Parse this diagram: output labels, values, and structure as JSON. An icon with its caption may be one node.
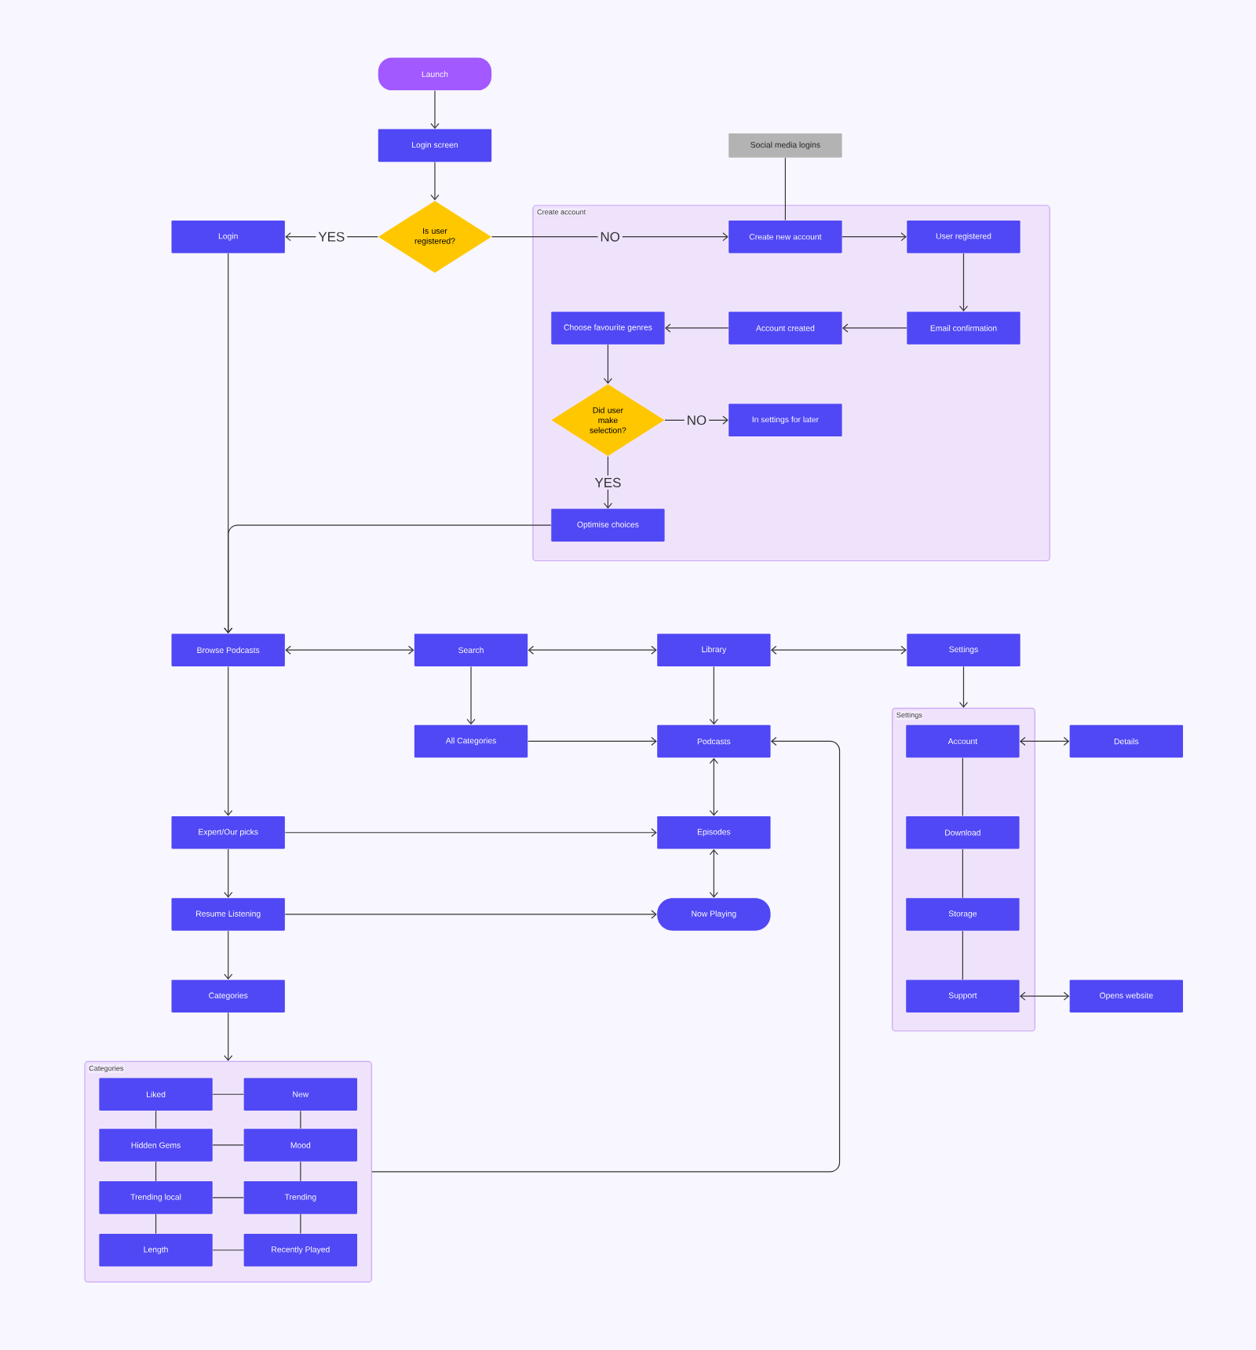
{
  "diagram": {
    "nodes": [
      {
        "text": [
          "Launch"
        ]
      },
      {
        "text": [
          "Login screen"
        ]
      },
      {
        "text": [
          "Social media logins"
        ]
      },
      {
        "text": [
          "Create account"
        ]
      },
      {
        "text": [
          "Login"
        ]
      },
      {
        "text": [
          "Is user registered?"
        ]
      },
      {
        "text": [
          "Create new account"
        ],
        "in": 3
      },
      {
        "text": [
          "User registered"
        ],
        "in": 3
      },
      {
        "text": [
          "Choose favourite genres"
        ],
        "in": 3
      },
      {
        "text": [
          "Account created"
        ],
        "in": 3
      },
      {
        "text": [
          "Email confirmation"
        ],
        "in": 3
      },
      {
        "text": [
          "Did user make selection?"
        ],
        "in": 3
      },
      {
        "text": [
          "In settings for later"
        ],
        "in": 3
      },
      {
        "text": [
          "Optimise choices"
        ],
        "in": 3
      },
      {
        "text": [
          "Browse Podcasts"
        ]
      },
      {
        "text": [
          "Search"
        ]
      },
      {
        "text": [
          "Library"
        ]
      },
      {
        "text": [
          "Settings"
        ]
      },
      {
        "text": [
          "All Categories"
        ]
      },
      {
        "text": [
          "Podcasts"
        ]
      },
      {
        "text": [
          "Settings"
        ]
      },
      {
        "text": [
          "Account"
        ],
        "in": 20
      },
      {
        "text": [
          "Details"
        ]
      },
      {
        "text": [
          "Expert/Our picks"
        ]
      },
      {
        "text": [
          "Episodes"
        ]
      },
      {
        "text": [
          "Download"
        ],
        "in": 20
      },
      {
        "text": [
          "Resume Listening"
        ]
      },
      {
        "text": [
          "Now Playing"
        ]
      },
      {
        "text": [
          "Storage"
        ],
        "in": 20
      },
      {
        "text": [
          "Categories"
        ]
      },
      {
        "text": [
          "Support"
        ],
        "in": 20
      },
      {
        "text": [
          "Opens website"
        ]
      },
      {
        "text": [
          "Categories"
        ]
      },
      {
        "text": [
          "Liked"
        ],
        "in": 32
      },
      {
        "text": [
          "New"
        ],
        "in": 32
      },
      {
        "text": [
          "Hidden Gems"
        ],
        "in": 32
      },
      {
        "text": [
          "Mood"
        ],
        "in": 32
      },
      {
        "text": [
          "Trending local"
        ],
        "in": 32
      },
      {
        "text": [
          "Trending"
        ],
        "in": 32
      },
      {
        "text": [
          "Length"
        ],
        "in": 32
      },
      {
        "text": [
          "Recently Played"
        ],
        "in": 32
      }
    ],
    "edges": [
      {
        "from": 0,
        "to": 1,
        "arrow": "to"
      },
      {
        "from": 1,
        "to": 5,
        "arrow": "to"
      },
      {
        "from": 5,
        "to": 4,
        "arrow": "to",
        "label": "YES"
      },
      {
        "from": 5,
        "to": 6,
        "arrow": "to",
        "label": "NO"
      },
      {
        "from": 2,
        "to": 6,
        "arrow": "none"
      },
      {
        "from": 6,
        "to": 7,
        "arrow": "to"
      },
      {
        "from": 7,
        "to": 10,
        "arrow": "to"
      },
      {
        "from": 10,
        "to": 9,
        "arrow": "to"
      },
      {
        "from": 9,
        "to": 8,
        "arrow": "to"
      },
      {
        "from": 8,
        "to": 11,
        "arrow": "to"
      },
      {
        "from": 11,
        "to": 12,
        "arrow": "to",
        "label": "NO"
      },
      {
        "from": 11,
        "to": 13,
        "arrow": "to",
        "label": "YES"
      },
      {
        "from": 13,
        "to": 14,
        "arrow": "to"
      },
      {
        "from": 4,
        "to": 14,
        "arrow": "to"
      },
      {
        "from": 14,
        "to": 15,
        "arrow": "both"
      },
      {
        "from": 15,
        "to": 16,
        "arrow": "both"
      },
      {
        "from": 16,
        "to": 17,
        "arrow": "both"
      },
      {
        "from": 15,
        "to": 18,
        "arrow": "to"
      },
      {
        "from": 16,
        "to": 19,
        "arrow": "to"
      },
      {
        "from": 18,
        "to": 19,
        "arrow": "to"
      },
      {
        "from": 17,
        "to": 20,
        "arrow": "to"
      },
      {
        "from": 21,
        "to": 22,
        "arrow": "both"
      },
      {
        "from": 21,
        "to": 25,
        "arrow": "none"
      },
      {
        "from": 25,
        "to": 28,
        "arrow": "none"
      },
      {
        "from": 28,
        "to": 30,
        "arrow": "none"
      },
      {
        "from": 30,
        "to": 31,
        "arrow": "both"
      },
      {
        "from": 19,
        "to": 24,
        "arrow": "both"
      },
      {
        "from": 24,
        "to": 27,
        "arrow": "both"
      },
      {
        "from": 14,
        "to": 23,
        "arrow": "to"
      },
      {
        "from": 23,
        "to": 24,
        "arrow": "to"
      },
      {
        "from": 23,
        "to": 26,
        "arrow": "to"
      },
      {
        "from": 26,
        "to": 27,
        "arrow": "to"
      },
      {
        "from": 26,
        "to": 29,
        "arrow": "to"
      },
      {
        "from": 29,
        "to": 32,
        "arrow": "to"
      },
      {
        "from": 32,
        "to": 19,
        "arrow": "to"
      },
      {
        "from": 33,
        "to": 34,
        "arrow": "none"
      },
      {
        "from": 33,
        "to": 35,
        "arrow": "none"
      },
      {
        "from": 34,
        "to": 36,
        "arrow": "none"
      },
      {
        "from": 35,
        "to": 36,
        "arrow": "none"
      },
      {
        "from": 35,
        "to": 37,
        "arrow": "none"
      },
      {
        "from": 36,
        "to": 38,
        "arrow": "none"
      },
      {
        "from": 37,
        "to": 38,
        "arrow": "none"
      },
      {
        "from": 37,
        "to": 39,
        "arrow": "none"
      },
      {
        "from": 38,
        "to": 40,
        "arrow": "none"
      },
      {
        "from": 39,
        "to": 40,
        "arrow": "none"
      }
    ]
  }
}
